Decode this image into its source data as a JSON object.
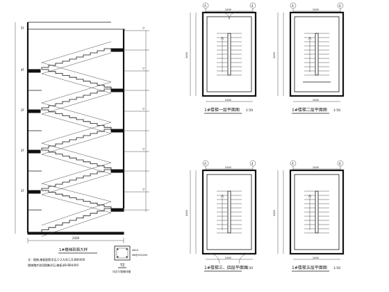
{
  "section": {
    "title": "1#楼梯剖面大样",
    "note_line1": "注：楼梯,梯板配筋详见,1-2,A,B,C,D,BB4400",
    "note_line2": "楼梯踏步选用图集详见,梯板详B-BB4400",
    "tz_label": "TZ",
    "tz_note": "详见TZ配筋详图",
    "tz_bars": "4Φ14",
    "tz_stirrup": "Φ8@100/200",
    "level_labels": [
      "5F",
      "4F",
      "3F",
      "2F",
      "1F"
    ],
    "dim_labels": [
      "2400",
      "1500"
    ]
  },
  "plans": [
    {
      "id": "plan-1",
      "title": "1#楼梯一层平面图",
      "scale": "1:50",
      "axis_left": "A",
      "axis_right": "4",
      "dims": [
        "2400",
        "2400",
        "3450"
      ]
    },
    {
      "id": "plan-2",
      "title": "1#楼梯二层平面图",
      "scale": "1:50",
      "axis_left": "A",
      "axis_right": "4",
      "dims": [
        "2400",
        "2400",
        "3450"
      ]
    },
    {
      "id": "plan-3",
      "title": "1#楼梯三、四层平面图",
      "scale": "1:50",
      "axis_left": "A",
      "axis_right": "4",
      "dims": [
        "2400",
        "2400",
        "3450"
      ]
    },
    {
      "id": "plan-4",
      "title": "1#楼梯五层平面图",
      "scale": "1:50",
      "axis_left": "A",
      "axis_right": "4",
      "dims": [
        "2400",
        "2400",
        "3450"
      ]
    }
  ]
}
